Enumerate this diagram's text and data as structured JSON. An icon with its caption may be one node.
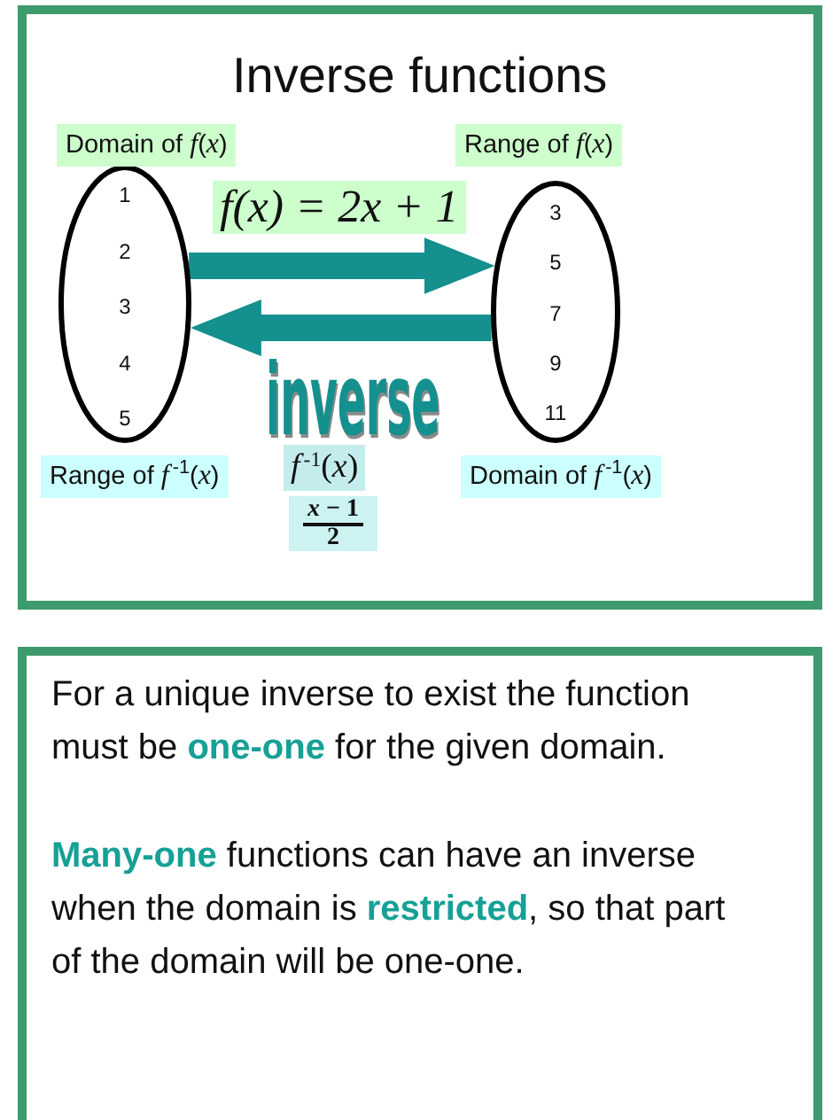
{
  "diagram": {
    "title": "Inverse functions",
    "nodes": [
      {
        "text": [
          "1",
          "2",
          "3",
          "4",
          "5"
        ],
        "beside": [
          "Domain of *f*(*x*)",
          "Range of *f*$^{-1}$(*x*)"
        ]
      },
      {
        "text": [
          "3",
          "5",
          "7",
          "9",
          "11"
        ],
        "beside": [
          "Range of *f*(*x*)",
          "Domain of *f*$^{-1}$(*x*)"
        ]
      }
    ],
    "edges": [
      {
        "from": 0,
        "to": 1,
        "arrow": "to",
        "label": "f(x) = 2x + 1"
      },
      {
        "from": 1,
        "to": 0,
        "arrow": "to",
        "label": "inverse"
      }
    ],
    "labels": [
      "*f*$^{-1}$(*x*)",
      "*x* − 1",
      "2",
      "For a unique inverse to exist the function must be **one-one** for the given domain.",
      "**Many-one** functions can have an inverse when the domain is **restricted**, so that part of the domain will be one-one."
    ]
  }
}
